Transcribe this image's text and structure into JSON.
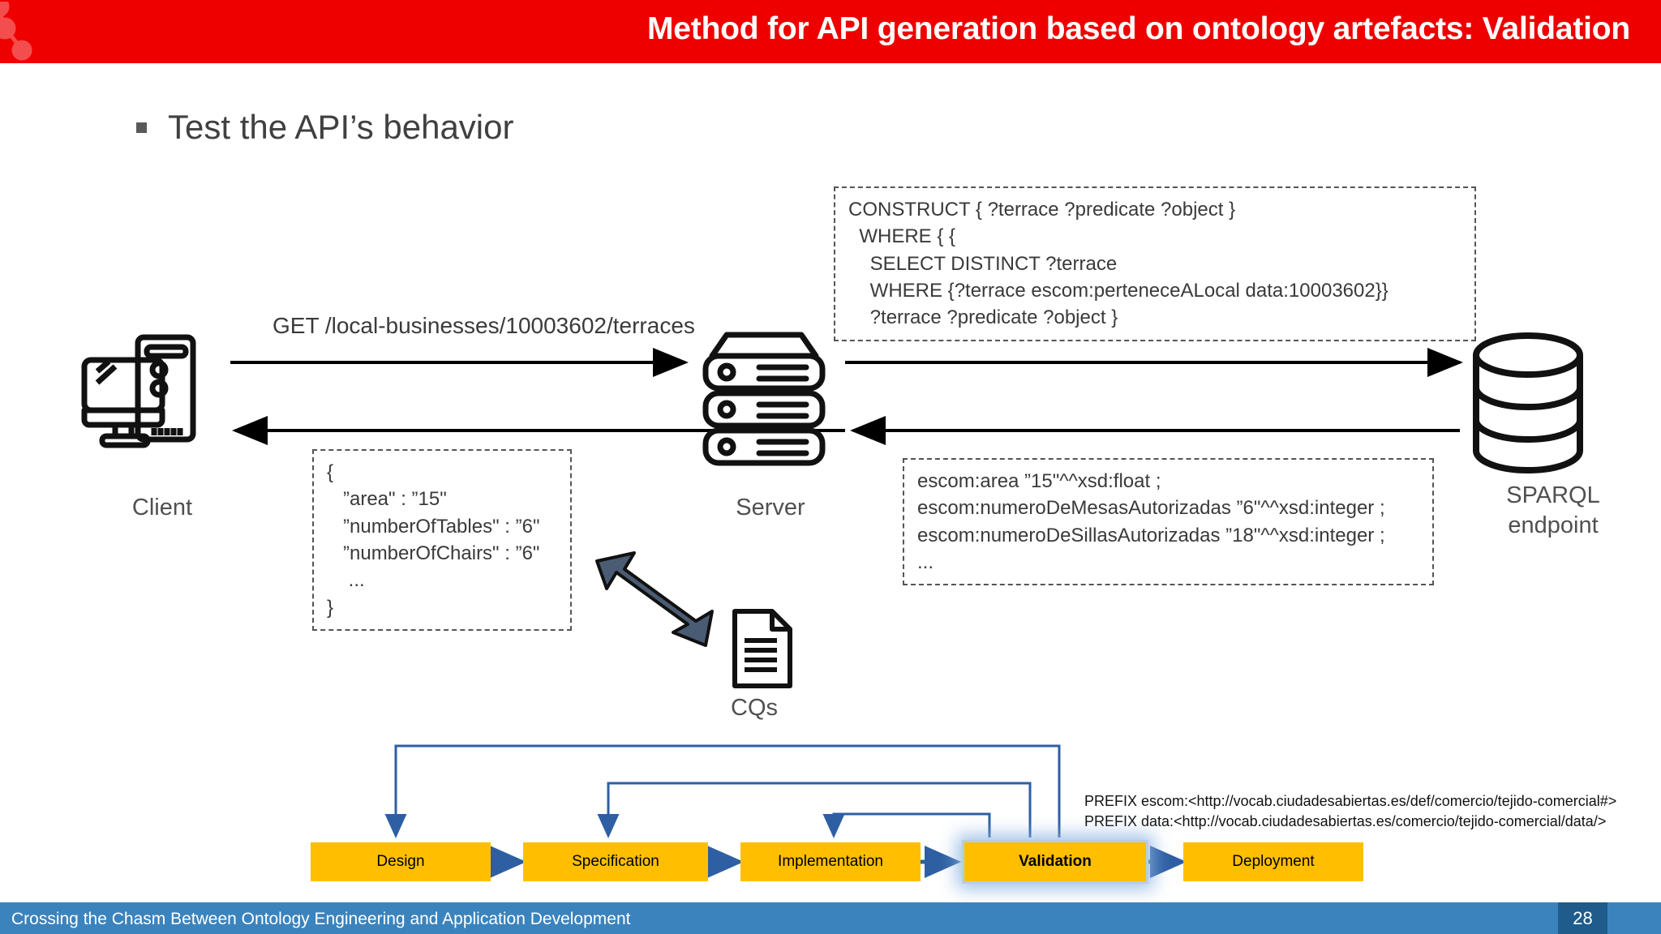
{
  "slide": {
    "title": "Method for API generation based on ontology artefacts: Validation",
    "title_bar_color": "#EE0000",
    "bullet": "Test the API’s behavior",
    "bullet_marker_icon": "square-bullet-icon"
  },
  "diagram": {
    "request_label": "GET /local-businesses/10003602/terraces",
    "nodes": {
      "client": {
        "label": "Client",
        "icon": "desktop-computer-icon"
      },
      "server": {
        "label": "Server",
        "icon": "server-rack-icon"
      },
      "sparql": {
        "label": "SPARQL\nendpoint",
        "icon": "database-cylinder-icon"
      },
      "cqs": {
        "label": "CQs",
        "icon": "document-page-icon"
      }
    },
    "double_arrow_icon": "double-headed-arrow-icon",
    "construct_query": "CONSTRUCT { ?terrace ?predicate ?object }\n  WHERE { {\n    SELECT DISTINCT ?terrace\n    WHERE {?terrace escom:perteneceALocal data:10003602}}\n    ?terrace ?predicate ?object }",
    "json_response": "{\n   ”area\" : ”15\"\n   ”numberOfTables\" : ”6\"\n   ”numberOfChairs\" : ”6\"\n    ...\n}",
    "triples_response": "escom:area ”15\"^^xsd:float ;\nescom:numeroDeMesasAutorizadas ”6\"^^xsd:integer ;\nescom:numeroDeSillasAutorizadas ”18\"^^xsd:integer ;\n...",
    "prefixes": "PREFIX escom:<http://vocab.ciudadesabiertas.es/def/comercio/tejido-comercial#>\nPREFIX data:<http://vocab.ciudadesabiertas.es/comercio/tejido-comercial/data/>"
  },
  "flow": {
    "box_color": "#FFBF00",
    "arrow_color": "#2E5FA3",
    "highlight_color": "#8DB4E2",
    "steps": [
      {
        "label": "Design",
        "highlight": false
      },
      {
        "label": "Specification",
        "highlight": false
      },
      {
        "label": "Implementation",
        "highlight": false
      },
      {
        "label": "Validation",
        "highlight": true
      },
      {
        "label": "Deployment",
        "highlight": false
      }
    ]
  },
  "footer": {
    "text": "Crossing the Chasm Between Ontology Engineering and Application Development",
    "page": "28",
    "bar_color": "#3B83BD",
    "badge_color": "#1F5C8B"
  }
}
